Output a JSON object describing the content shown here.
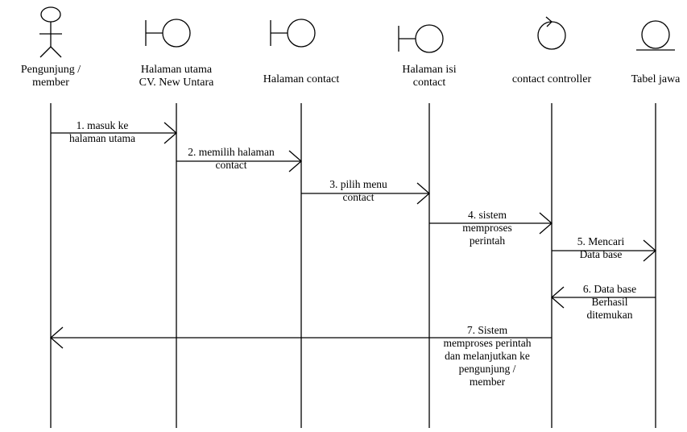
{
  "diagram": {
    "participants": [
      {
        "id": "pengunjung",
        "kind": "actor",
        "label_lines": [
          "Pengunjung /",
          "member"
        ]
      },
      {
        "id": "halaman-utama",
        "kind": "boundary",
        "label_lines": [
          "Halaman utama",
          "CV. New Untara"
        ]
      },
      {
        "id": "halaman-contact",
        "kind": "boundary",
        "label_lines": [
          "Halaman contact"
        ]
      },
      {
        "id": "halaman-isi-contact",
        "kind": "boundary",
        "label_lines": [
          "Halaman isi",
          "contact"
        ]
      },
      {
        "id": "contact-controller",
        "kind": "control",
        "label_lines": [
          "contact controller"
        ]
      },
      {
        "id": "tabel-jawa",
        "kind": "entity",
        "label_lines": [
          "Tabel jawa"
        ]
      }
    ],
    "messages": [
      {
        "step": 1,
        "from": "pengunjung",
        "to": "halaman-utama",
        "label_lines": [
          "1. masuk ke",
          "halaman utama"
        ]
      },
      {
        "step": 2,
        "from": "halaman-utama",
        "to": "halaman-contact",
        "label_lines": [
          "2. memilih halaman",
          "contact"
        ]
      },
      {
        "step": 3,
        "from": "halaman-contact",
        "to": "halaman-isi-contact",
        "label_lines": [
          "3. pilih menu",
          "contact"
        ]
      },
      {
        "step": 4,
        "from": "halaman-isi-contact",
        "to": "contact-controller",
        "label_lines": [
          "4. sistem",
          "memproses",
          "perintah"
        ]
      },
      {
        "step": 5,
        "from": "contact-controller",
        "to": "tabel-jawa",
        "label_lines": [
          "5. Mencari",
          "Data base"
        ]
      },
      {
        "step": 6,
        "from": "tabel-jawa",
        "to": "contact-controller",
        "label_lines": [
          "6. Data base",
          "Berhasil",
          "ditemukan"
        ]
      },
      {
        "step": 7,
        "from": "contact-controller",
        "to": "pengunjung",
        "label_lines": [
          "7. Sistem",
          "memproses perintah",
          "dan melanjutkan  ke",
          "pengunjung /",
          "member"
        ]
      }
    ]
  }
}
